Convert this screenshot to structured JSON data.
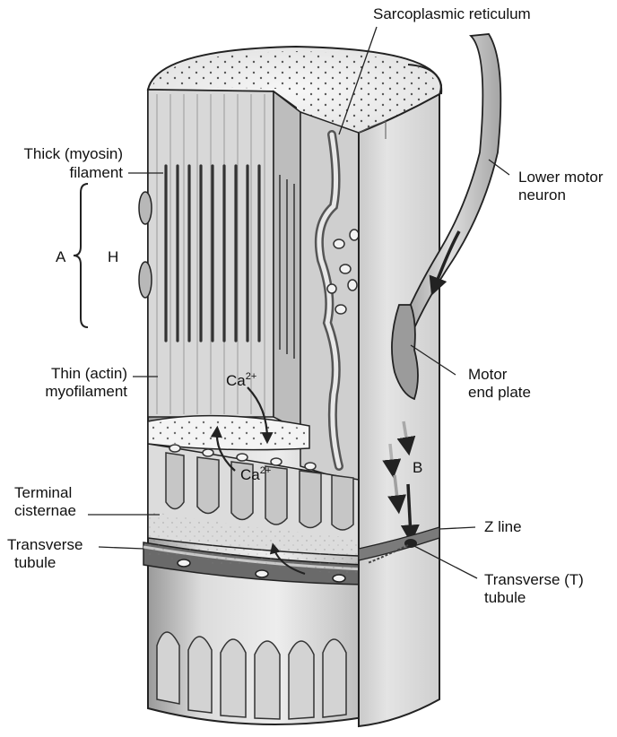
{
  "labels": {
    "sarcoplasmic_reticulum": "Sarcoplasmic reticulum",
    "thick_filament_line1": "Thick (myosin)",
    "thick_filament_line2": "filament",
    "lower_motor_neuron_line1": "Lower motor",
    "lower_motor_neuron_line2": "neuron",
    "band_a": "A",
    "band_h": "H",
    "thin_filament_line1": "Thin (actin)",
    "thin_filament_line2": "myofilament",
    "ca_top_base": "Ca",
    "ca_top_sup": "2+",
    "ca_bottom_base": "Ca",
    "ca_bottom_sup": "2+",
    "motor_end_plate_line1": "Motor",
    "motor_end_plate_line2": "end plate",
    "arrow_b": "B",
    "terminal_cisternae_line1": "Terminal",
    "terminal_cisternae_line2": "cisternae",
    "z_line": "Z line",
    "transverse_tubule_line1": "Transverse",
    "transverse_tubule_line2": "tubule",
    "t_tubule_line1": "Transverse (T)",
    "t_tubule_line2": "tubule"
  },
  "colors": {
    "outline": "#222222",
    "fiber_light": "#e6e6e6",
    "fiber_mid": "#c4c4c4",
    "fiber_dark": "#8f8f8f",
    "filament_dark": "#3a3a3a",
    "arrow_gray": "#a8a8a8"
  }
}
